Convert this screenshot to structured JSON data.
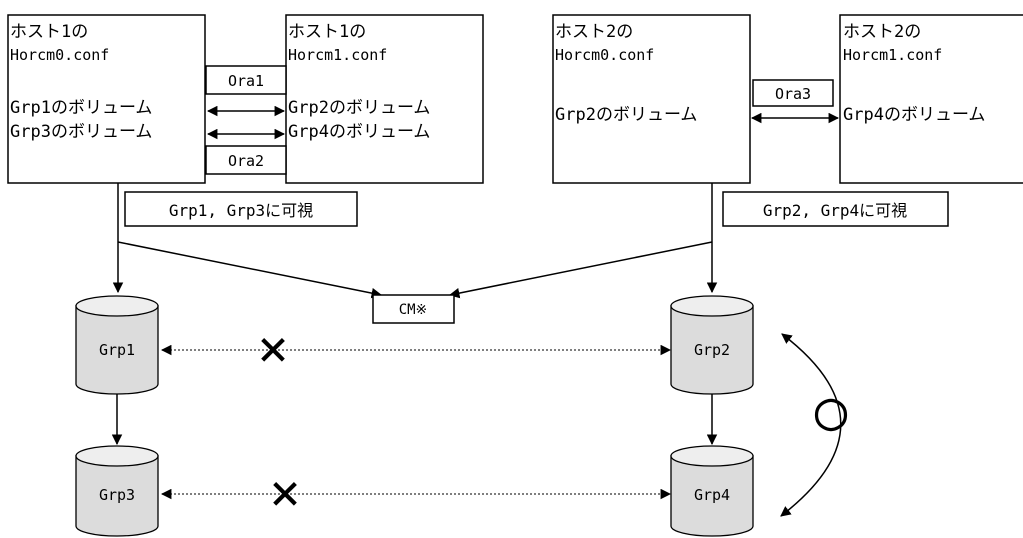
{
  "colors": {
    "line": "#000000",
    "dotted_link": "#555555",
    "cylinder_fill": "#dcdcdc",
    "cylinder_top": "#eeeeee"
  },
  "hosts": [
    {
      "title": "ホスト1の",
      "config": "Horcm0.conf",
      "volumes": [
        "Grp1のボリューム",
        "Grp3のボリューム"
      ]
    },
    {
      "title": "ホスト1の",
      "config": "Horcm1.conf",
      "volumes": [
        "Grp2のボリューム",
        "Grp4のボリューム"
      ]
    },
    {
      "title": "ホスト2の",
      "config": "Horcm0.conf",
      "volumes": [
        "Grp2のボリューム"
      ]
    },
    {
      "title": "ホスト2の",
      "config": "Horcm1.conf",
      "volumes": [
        "Grp4のボリューム"
      ]
    }
  ],
  "instance_labels": [
    "Ora1",
    "Ora2",
    "Ora3"
  ],
  "visibility_labels": [
    "Grp1, Grp3に可視",
    "Grp2, Grp4に可視"
  ],
  "command_device": "CM※",
  "groups": [
    "Grp1",
    "Grp2",
    "Grp3",
    "Grp4"
  ],
  "pair_marks": {
    "invalid": "×",
    "valid": "○"
  }
}
